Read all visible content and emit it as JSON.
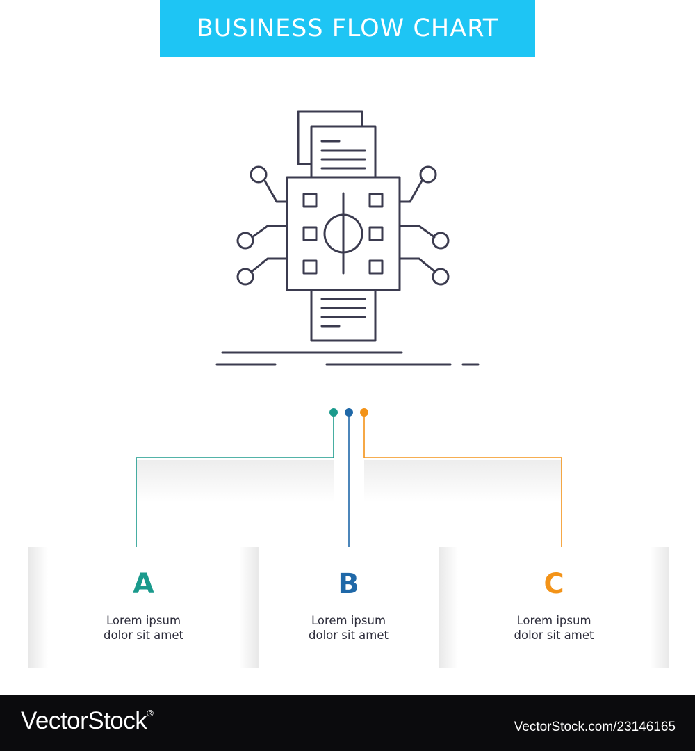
{
  "header": {
    "title": "BUSINESS FLOW CHART"
  },
  "colors": {
    "banner": "#1ec5f4",
    "stroke": "#3b3b4f",
    "option_a": "#1a9a8c",
    "option_b": "#1f68a8",
    "option_c": "#f39318",
    "footer": "#0b0b0d"
  },
  "central_icon": {
    "name": "analysis-process-icon"
  },
  "options": [
    {
      "letter": "A",
      "line1": "Lorem ipsum",
      "line2": "dolor sit amet"
    },
    {
      "letter": "B",
      "line1": "Lorem ipsum",
      "line2": "dolor sit amet"
    },
    {
      "letter": "C",
      "line1": "Lorem ipsum",
      "line2": "dolor sit amet"
    }
  ],
  "footer": {
    "logo": "VectorStock",
    "registered": "®",
    "image_id": "VectorStock.com/23146165"
  }
}
